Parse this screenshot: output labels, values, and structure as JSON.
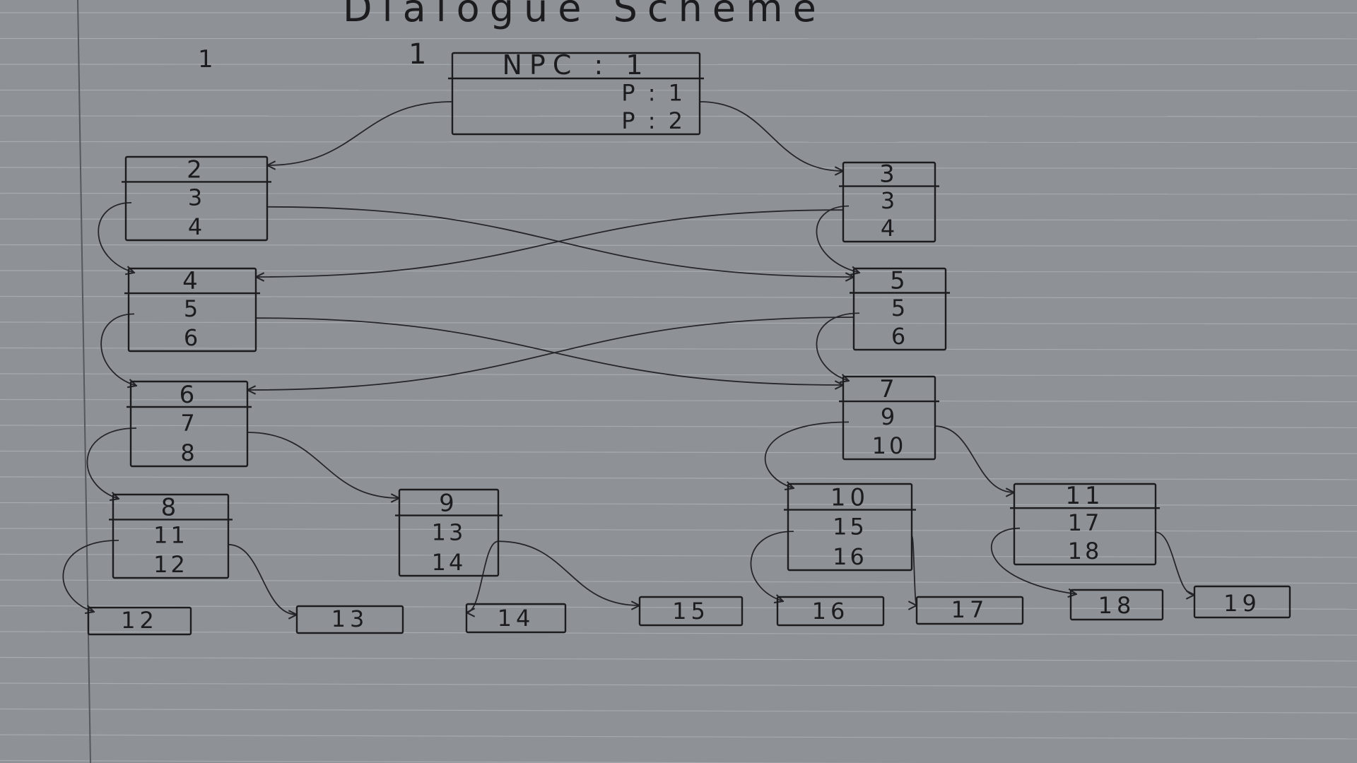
{
  "title": "Dialogue Scheme",
  "margin_marks": [
    "1",
    "1"
  ],
  "nodes": [
    {
      "id": "root",
      "header": "NPC : 1",
      "lines": [
        "P : 1",
        "P : 2"
      ]
    },
    {
      "id": "n2",
      "header": "2",
      "lines": [
        "3",
        "4"
      ]
    },
    {
      "id": "n3",
      "header": "3",
      "lines": [
        "3",
        "4"
      ]
    },
    {
      "id": "n4",
      "header": "4",
      "lines": [
        "5",
        "6"
      ]
    },
    {
      "id": "n5",
      "header": "5",
      "lines": [
        "5",
        "6"
      ]
    },
    {
      "id": "n6",
      "header": "6",
      "lines": [
        "7",
        "8"
      ]
    },
    {
      "id": "n7",
      "header": "7",
      "lines": [
        "9",
        "10"
      ]
    },
    {
      "id": "n8",
      "header": "8",
      "lines": [
        "11",
        "12"
      ]
    },
    {
      "id": "n9",
      "header": "9",
      "lines": [
        "13",
        "14"
      ]
    },
    {
      "id": "n10",
      "header": "10",
      "lines": [
        "15",
        "16"
      ]
    },
    {
      "id": "n11",
      "header": "11",
      "lines": [
        "17",
        "18"
      ]
    },
    {
      "id": "l12",
      "header": "12",
      "lines": []
    },
    {
      "id": "l13",
      "header": "13",
      "lines": []
    },
    {
      "id": "l14",
      "header": "14",
      "lines": []
    },
    {
      "id": "l15",
      "header": "15",
      "lines": []
    },
    {
      "id": "l16",
      "header": "16",
      "lines": []
    },
    {
      "id": "l17",
      "header": "17",
      "lines": []
    },
    {
      "id": "l18",
      "header": "18",
      "lines": []
    },
    {
      "id": "l19",
      "header": "19",
      "lines": []
    }
  ],
  "edges": [
    {
      "from": "root",
      "to": "n2"
    },
    {
      "from": "root",
      "to": "n3"
    },
    {
      "from": "n2",
      "to": "n4"
    },
    {
      "from": "n2",
      "to": "n5"
    },
    {
      "from": "n3",
      "to": "n4"
    },
    {
      "from": "n3",
      "to": "n5"
    },
    {
      "from": "n4",
      "to": "n6"
    },
    {
      "from": "n4",
      "to": "n7"
    },
    {
      "from": "n5",
      "to": "n6"
    },
    {
      "from": "n5",
      "to": "n7"
    },
    {
      "from": "n6",
      "to": "n8"
    },
    {
      "from": "n6",
      "to": "n9"
    },
    {
      "from": "n7",
      "to": "n10"
    },
    {
      "from": "n7",
      "to": "n11"
    },
    {
      "from": "n8",
      "to": "l12"
    },
    {
      "from": "n8",
      "to": "l13"
    },
    {
      "from": "n9",
      "to": "l14"
    },
    {
      "from": "n9",
      "to": "l15"
    },
    {
      "from": "n10",
      "to": "l16"
    },
    {
      "from": "n10",
      "to": "l17"
    },
    {
      "from": "n11",
      "to": "l18"
    },
    {
      "from": "n11",
      "to": "l19"
    }
  ]
}
